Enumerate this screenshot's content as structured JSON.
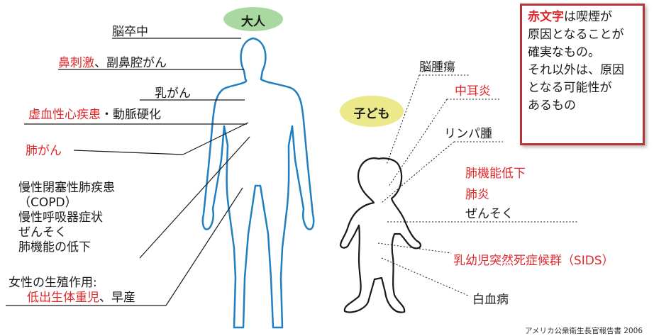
{
  "adult": {
    "title": "大人",
    "labels": [
      {
        "key": "stroke",
        "text": "脳卒中",
        "red": false
      },
      {
        "key": "nasal",
        "parts": [
          {
            "text": "鼻刺激",
            "red": true
          },
          {
            "text": "、副鼻腔がん",
            "red": false
          }
        ]
      },
      {
        "key": "breast",
        "text": "乳がん",
        "red": false
      },
      {
        "key": "heart",
        "parts": [
          {
            "text": "虚血性心疾患",
            "red": true
          },
          {
            "text": "・動脈硬化",
            "red": false
          }
        ]
      },
      {
        "key": "lung",
        "text": "肺がん",
        "red": true
      },
      {
        "key": "copd",
        "lines": [
          "慢性閉塞性肺疾患",
          "（COPD）",
          "慢性呼吸器症状",
          "ぜんそく",
          "肺機能の低下"
        ],
        "red": false
      },
      {
        "key": "repro",
        "line1": "女性の生殖作用:",
        "line2_parts": [
          {
            "text": "低出生体重児",
            "red": true
          },
          {
            "text": "、早産",
            "red": false
          }
        ]
      }
    ]
  },
  "child": {
    "title": "子ども",
    "labels": [
      {
        "key": "brain",
        "text": "脳腫瘍",
        "red": false
      },
      {
        "key": "ear",
        "text": "中耳炎",
        "red": true
      },
      {
        "key": "lymph",
        "text": "リンパ腫",
        "red": false
      },
      {
        "key": "lungfunc",
        "text": "肺機能低下",
        "red": true
      },
      {
        "key": "pneumonia",
        "text": "肺炎",
        "red": true
      },
      {
        "key": "asthma",
        "text": "ぜんそく",
        "red": false
      },
      {
        "key": "sids",
        "text": "乳幼児突然死症候群（SIDS）",
        "red": true
      },
      {
        "key": "leukemia",
        "text": "白血病",
        "red": false
      }
    ]
  },
  "legend": {
    "highlight": "赤文字",
    "line1_rest": "は喫煙が",
    "lines": [
      "原因となることが",
      "確実なもの。",
      "それ以外は、原因",
      "となる可能性が",
      "あるもの"
    ]
  },
  "source": "アメリカ公衆衛生長官報告書  2006",
  "colors": {
    "red": "#e0282c",
    "body": "#1f7fc0",
    "adult_pill": "#a9d8a0",
    "child_pill": "#ece98a",
    "legend_border": "#b7343a"
  }
}
